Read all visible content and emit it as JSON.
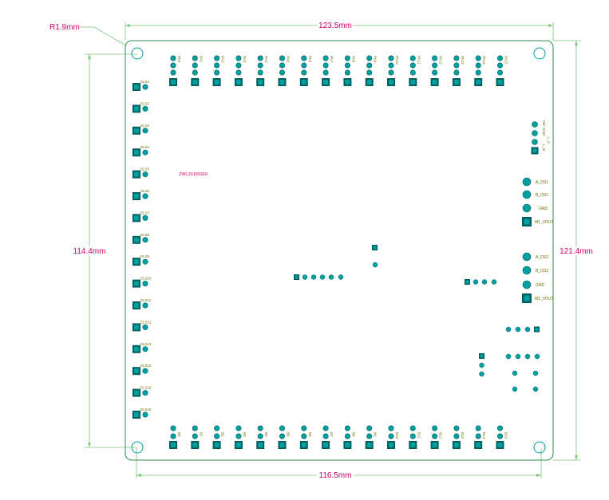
{
  "dimensions": {
    "top_width": "123.5mm",
    "bottom_width": "116.5mm",
    "left_height": "114.4mm",
    "right_height": "121.4mm",
    "corner_radius": "R1.9mm"
  },
  "board_id": "ZWL20180316",
  "top_header_labels": [
    "PA0",
    "PA1",
    "PA2",
    "PA3",
    "PA4",
    "PA5",
    "PA6",
    "PA7",
    "PA8",
    "PA9",
    "PA10",
    "PA11",
    "PA12",
    "PA13",
    "PA14",
    "PA15"
  ],
  "bottom_header_labels": [
    "B0",
    "B1",
    "B2",
    "B3",
    "B4",
    "B5",
    "B6",
    "B7",
    "B8",
    "B9",
    "B10",
    "B11",
    "B12",
    "B13",
    "B14",
    "B15"
  ],
  "left_header_labels": [
    "ELS1",
    "ELS2",
    "ELS3",
    "ELS4",
    "ELS5",
    "ELS6",
    "ELS7",
    "ELS8",
    "ELS9",
    "ELS10",
    "ELS11",
    "ELS12",
    "ELS13",
    "ELS14",
    "ELS15",
    "ELS16"
  ],
  "top_right_connector_labels": [
    "+5V",
    "GND",
    "L_A",
    "L_B"
  ],
  "motor1_labels": [
    "A_OS1",
    "B_OS1",
    "GND",
    "M1_VOUT"
  ],
  "motor2_labels": [
    "A_OS2",
    "B_OS2",
    "GND",
    "M2_VOUT"
  ],
  "colors": {
    "outline": "#2e8b57",
    "pad": "#00a0a0",
    "pad_square": "#006060",
    "dimension_line": "#7cc87c",
    "dimension_text": "#d0006f",
    "silkscreen": "#6a6a00"
  }
}
